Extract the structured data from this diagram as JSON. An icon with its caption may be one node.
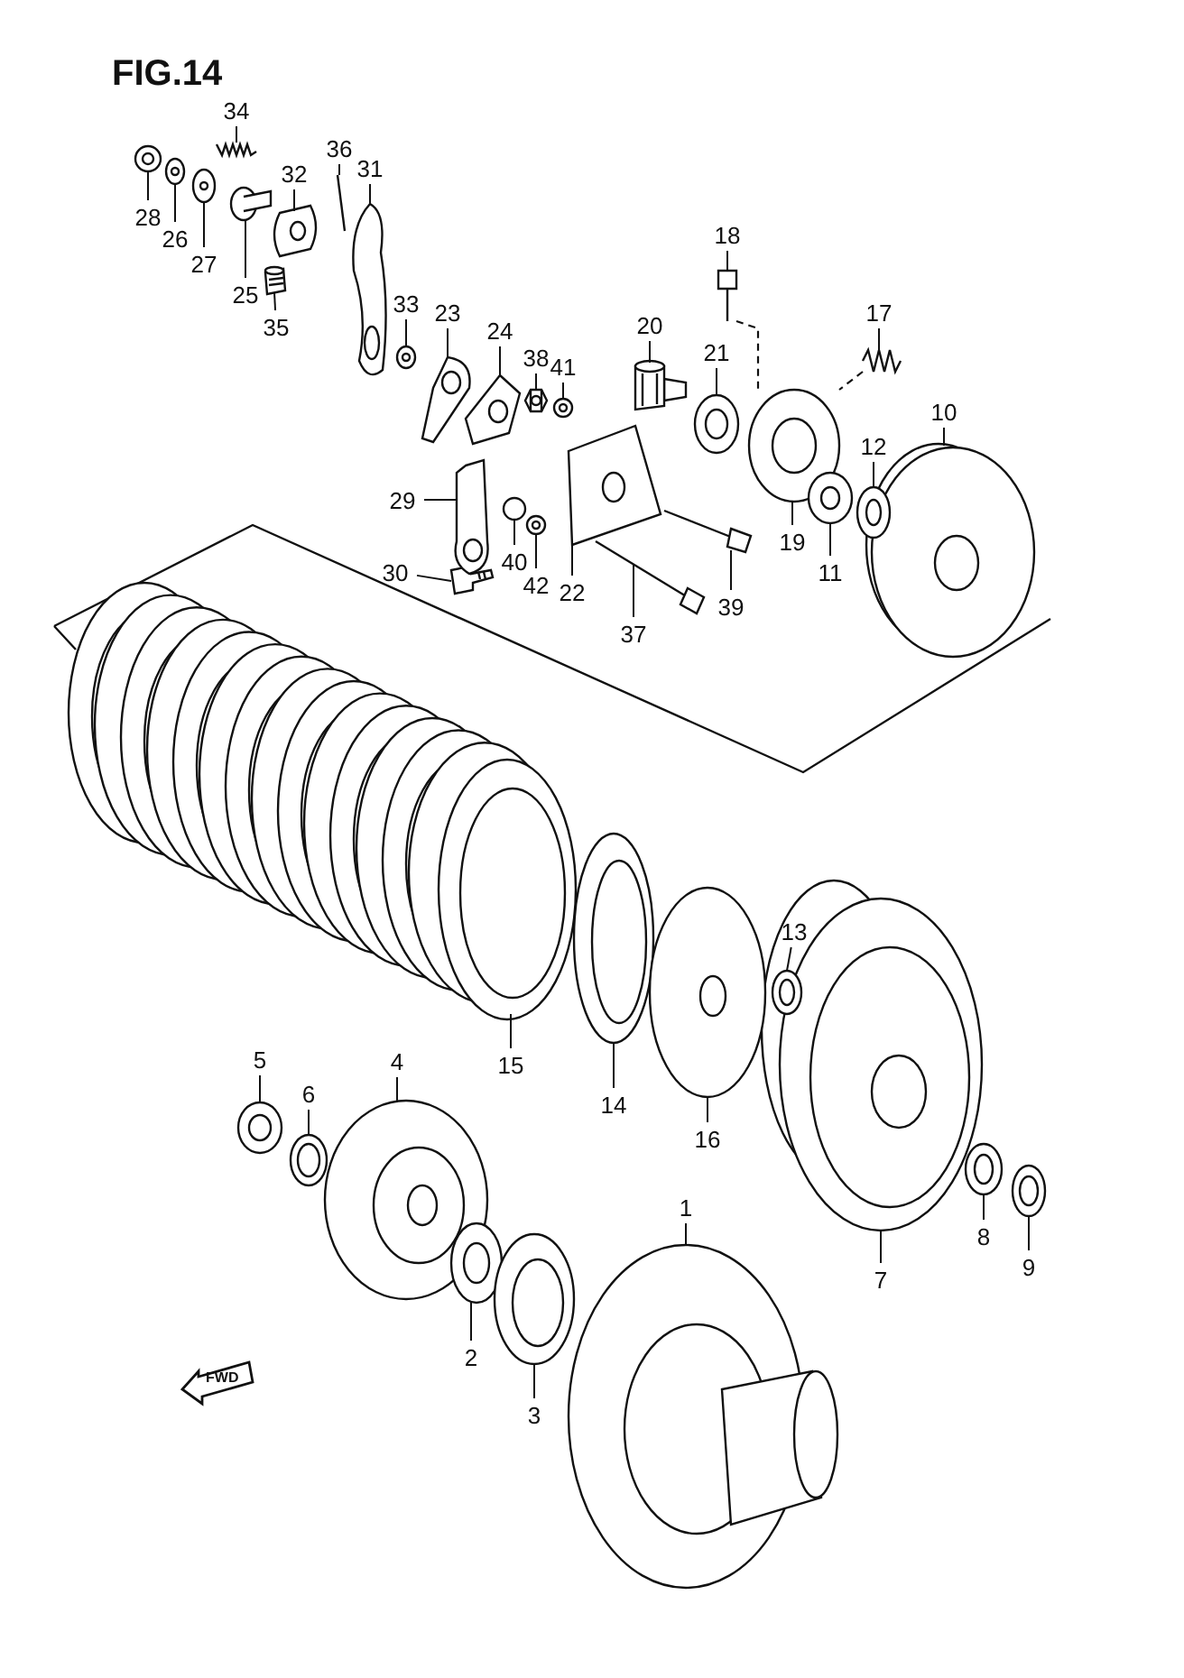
{
  "diagram": {
    "title": "FIG.14",
    "nodes": [
      {
        "text": [
          "34"
        ]
      },
      {
        "text": [
          "36"
        ]
      },
      {
        "text": [
          "31"
        ]
      },
      {
        "text": [
          "32"
        ]
      },
      {
        "text": [
          "28"
        ]
      },
      {
        "text": [
          "26"
        ]
      },
      {
        "text": [
          "27"
        ]
      },
      {
        "text": [
          "18"
        ]
      },
      {
        "text": [
          "25"
        ]
      },
      {
        "text": [
          "33"
        ]
      },
      {
        "text": [
          "23"
        ]
      },
      {
        "text": [
          "35"
        ]
      },
      {
        "text": [
          "20"
        ]
      },
      {
        "text": [
          "17"
        ]
      },
      {
        "text": [
          "24"
        ]
      },
      {
        "text": [
          "21"
        ]
      },
      {
        "text": [
          "38"
        ]
      },
      {
        "text": [
          "41"
        ]
      },
      {
        "text": [
          "10"
        ]
      },
      {
        "text": [
          "12"
        ]
      },
      {
        "text": [
          "29"
        ]
      },
      {
        "text": [
          "19"
        ]
      },
      {
        "text": [
          "40"
        ]
      },
      {
        "text": [
          "11"
        ]
      },
      {
        "text": [
          "30"
        ]
      },
      {
        "text": [
          "22"
        ]
      },
      {
        "text": [
          "42"
        ]
      },
      {
        "text": [
          "39"
        ]
      },
      {
        "text": [
          "37"
        ]
      },
      {
        "text": [
          "13"
        ]
      },
      {
        "text": [
          "5"
        ]
      },
      {
        "text": [
          "4"
        ]
      },
      {
        "text": [
          "15"
        ]
      },
      {
        "text": [
          "6"
        ]
      },
      {
        "text": [
          "14"
        ]
      },
      {
        "text": [
          "16"
        ]
      },
      {
        "text": [
          "1"
        ]
      },
      {
        "text": [
          "8"
        ]
      },
      {
        "text": [
          "9"
        ]
      },
      {
        "text": [
          "7"
        ]
      },
      {
        "text": [
          "2"
        ]
      },
      {
        "text": [
          "3"
        ]
      },
      {
        "text": [],
        "shape": "picture"
      },
      {
        "text": [],
        "shape": "picture"
      },
      {
        "text": [],
        "shape": "picture"
      },
      {
        "text": [],
        "shape": "picture"
      },
      {
        "text": [],
        "shape": "picture"
      },
      {
        "text": [],
        "shape": "picture"
      },
      {
        "text": [],
        "shape": "picture"
      },
      {
        "text": [],
        "shape": "picture"
      },
      {
        "text": [],
        "shape": "picture"
      },
      {
        "text": [],
        "shape": "picture"
      },
      {
        "text": [],
        "shape": "picture"
      },
      {
        "text": [],
        "shape": "picture"
      },
      {
        "text": [],
        "shape": "picture"
      },
      {
        "text": [],
        "shape": "picture"
      },
      {
        "text": [],
        "shape": "picture"
      },
      {
        "text": [],
        "shape": "picture"
      },
      {
        "text": [],
        "shape": "picture"
      },
      {
        "text": [],
        "shape": "picture"
      },
      {
        "text": [],
        "shape": "picture"
      },
      {
        "text": [],
        "shape": "picture"
      },
      {
        "text": [],
        "shape": "picture"
      },
      {
        "text": [],
        "shape": "picture"
      },
      {
        "text": [],
        "shape": "picture"
      },
      {
        "text": [],
        "shape": "picture"
      },
      {
        "text": [],
        "shape": "picture"
      },
      {
        "text": [],
        "shape": "picture"
      },
      {
        "text": [],
        "shape": "picture"
      },
      {
        "text": [],
        "shape": "picture"
      },
      {
        "text": [],
        "shape": "picture"
      },
      {
        "text": [],
        "shape": "picture"
      },
      {
        "text": [],
        "shape": "picture"
      },
      {
        "text": [],
        "shape": "picture"
      },
      {
        "text": [],
        "shape": "picture"
      },
      {
        "text": [],
        "shape": "picture"
      },
      {
        "text": [],
        "shape": "picture"
      },
      {
        "text": [],
        "shape": "picture"
      },
      {
        "text": [],
        "shape": "picture"
      },
      {
        "text": [],
        "shape": "picture"
      },
      {
        "text": [],
        "shape": "picture"
      },
      {
        "text": [],
        "shape": "picture"
      },
      {
        "text": [],
        "shape": "picture"
      },
      {
        "text": [],
        "shape": "picture"
      }
    ],
    "edges": [
      {
        "from": 0,
        "to": 42,
        "arrow": "none"
      },
      {
        "from": 1,
        "to": 43,
        "arrow": "none"
      },
      {
        "from": 2,
        "to": 44,
        "arrow": "none"
      },
      {
        "from": 3,
        "to": 45,
        "arrow": "none"
      },
      {
        "from": 4,
        "to": 46,
        "arrow": "none"
      },
      {
        "from": 5,
        "to": 47,
        "arrow": "none"
      },
      {
        "from": 6,
        "to": 48,
        "arrow": "none"
      },
      {
        "from": 7,
        "to": 49,
        "arrow": "none"
      },
      {
        "from": 8,
        "to": 50,
        "arrow": "none"
      },
      {
        "from": 9,
        "to": 51,
        "arrow": "none"
      },
      {
        "from": 10,
        "to": 52,
        "arrow": "none"
      },
      {
        "from": 11,
        "to": 53,
        "arrow": "none"
      },
      {
        "from": 12,
        "to": 54,
        "arrow": "none"
      },
      {
        "from": 13,
        "to": 55,
        "arrow": "none"
      },
      {
        "from": 14,
        "to": 56,
        "arrow": "none"
      },
      {
        "from": 15,
        "to": 57,
        "arrow": "none"
      },
      {
        "from": 16,
        "to": 58,
        "arrow": "none"
      },
      {
        "from": 17,
        "to": 59,
        "arrow": "none"
      },
      {
        "from": 18,
        "to": 60,
        "arrow": "none"
      },
      {
        "from": 19,
        "to": 61,
        "arrow": "none"
      },
      {
        "from": 20,
        "to": 62,
        "arrow": "none"
      },
      {
        "from": 21,
        "to": 63,
        "arrow": "none"
      },
      {
        "from": 22,
        "to": 64,
        "arrow": "none"
      },
      {
        "from": 23,
        "to": 65,
        "arrow": "none"
      },
      {
        "from": 24,
        "to": 66,
        "arrow": "none"
      },
      {
        "from": 25,
        "to": 67,
        "arrow": "none"
      },
      {
        "from": 26,
        "to": 68,
        "arrow": "none"
      },
      {
        "from": 27,
        "to": 69,
        "arrow": "none"
      },
      {
        "from": 28,
        "to": 70,
        "arrow": "none"
      },
      {
        "from": 29,
        "to": 71,
        "arrow": "none"
      },
      {
        "from": 30,
        "to": 72,
        "arrow": "none"
      },
      {
        "from": 31,
        "to": 73,
        "arrow": "none"
      },
      {
        "from": 32,
        "to": 74,
        "arrow": "none"
      },
      {
        "from": 33,
        "to": 75,
        "arrow": "none"
      },
      {
        "from": 34,
        "to": 76,
        "arrow": "none"
      },
      {
        "from": 35,
        "to": 77,
        "arrow": "none"
      },
      {
        "from": 36,
        "to": 78,
        "arrow": "none"
      },
      {
        "from": 37,
        "to": 79,
        "arrow": "none"
      },
      {
        "from": 38,
        "to": 80,
        "arrow": "none"
      },
      {
        "from": 39,
        "to": 81,
        "arrow": "none"
      },
      {
        "from": 40,
        "to": 82,
        "arrow": "none"
      },
      {
        "from": 41,
        "to": 83,
        "arrow": "none"
      },
      {
        "from": 49,
        "to": 63,
        "arrow": "none",
        "style": "dashed"
      },
      {
        "from": 55,
        "to": 63,
        "arrow": "none",
        "style": "dashed"
      }
    ],
    "labels": [
      "FWD"
    ]
  }
}
